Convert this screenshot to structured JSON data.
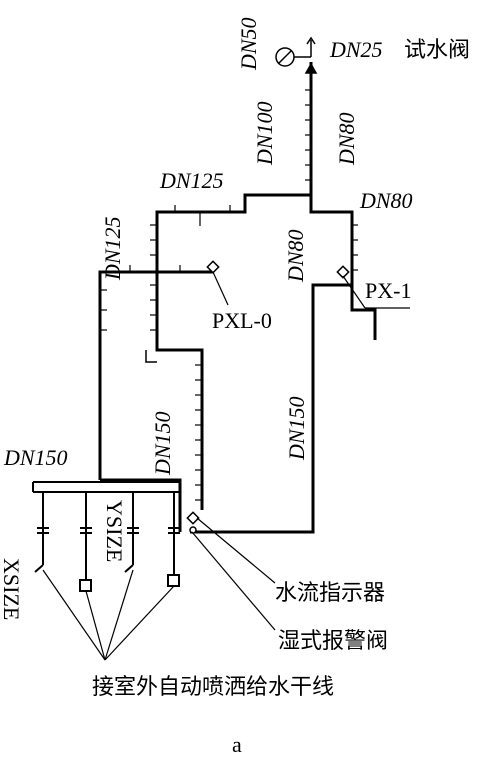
{
  "pipe_sizes": {
    "dn50_top": "DN50",
    "dn25": "DN25",
    "dn100": "DN100",
    "dn80_right_riser": "DN80",
    "dn125_top": "DN125",
    "dn80_right": "DN80",
    "dn125_left": "DN125",
    "dn80_mid": "DN80",
    "dn150_left_riser": "DN150",
    "dn150_right_riser": "DN150",
    "dn150_header": "DN150"
  },
  "labels": {
    "test_valve": "试水阀",
    "pxl0": "PXL-0",
    "px1": "PX-1",
    "ysize": "YSIZE",
    "xsize": "XSIZE",
    "flow_indicator": "水流指示器",
    "alarm_valve": "湿式报警阀",
    "supply_main": "接室外自动喷洒给水干线",
    "caption": "a"
  },
  "colors": {
    "line": "#000000",
    "background": "#ffffff"
  }
}
